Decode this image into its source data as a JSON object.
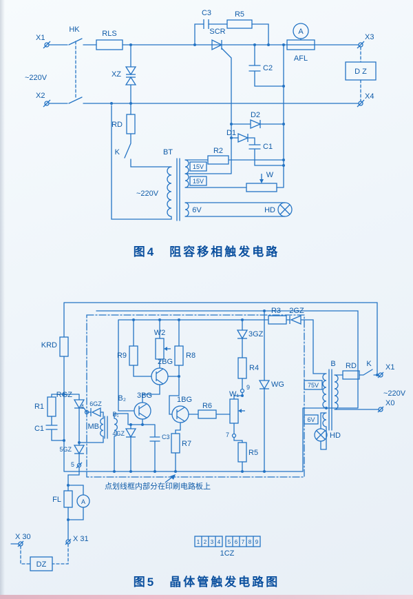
{
  "fig4": {
    "caption": "图4　阻容移相触发电路",
    "labels": {
      "x1": "X1",
      "hk": "HK",
      "rls": "RLS",
      "c3": "C3",
      "r5": "R5",
      "scr": "SCR",
      "a": "A",
      "afl": "AFL",
      "x3": "X3",
      "v220": "~220V",
      "xz": "XZ",
      "c2": "C2",
      "dz": "D Z",
      "x2": "X2",
      "x4": "X4",
      "rd": "RD",
      "k": "K",
      "d2": "D2",
      "d1": "D1",
      "c1": "C1",
      "bt": "BT",
      "v15a": "15V",
      "r2": "R2",
      "v15b": "15V",
      "w": "W",
      "v220b": "~220V",
      "v6": "6V",
      "hd": "HD"
    }
  },
  "fig5": {
    "caption": "图5　晶体管触发电路图",
    "note": "点划线框内部分在印刷电路板上",
    "labels": {
      "r3": "R3",
      "gz2": "2GZ",
      "krd": "KRD",
      "r9": "R9",
      "w2": "W2",
      "r8": "R8",
      "gz3": "3GZ",
      "bg2": "2BG",
      "r4": "R4",
      "wg": "WG",
      "b": "B",
      "rd": "RD",
      "k": "K",
      "x1": "X1",
      "v220": "~220V",
      "x0": "X0",
      "rgz": "RGZ",
      "r1": "R1",
      "c1": "C1",
      "b2": "B₂",
      "bg3": "3BG",
      "bg1": "1BG",
      "w1": "W₁",
      "r6": "R6",
      "n9": "9",
      "v75": "75V",
      "v6": "6V",
      "hd": "HD",
      "gz6": "6GZ",
      "n4": "4",
      "mb": "MB",
      "b1": "B₁",
      "gz4": "4GZ",
      "c3": "C3",
      "r7": "R7",
      "n7": "7",
      "r5": "R5",
      "gz5": "5GZ",
      "n5": "5",
      "fl": "FL",
      "a": "A",
      "x30": "X 30",
      "x31": "X 31",
      "dz": "DZ",
      "cz": "1CZ"
    },
    "terminals": {
      "t1": "1",
      "t2": "2",
      "t3": "3",
      "t4": "4",
      "t5": "5",
      "t6": "6",
      "t7": "7",
      "t8": "8",
      "t9": "9"
    }
  }
}
